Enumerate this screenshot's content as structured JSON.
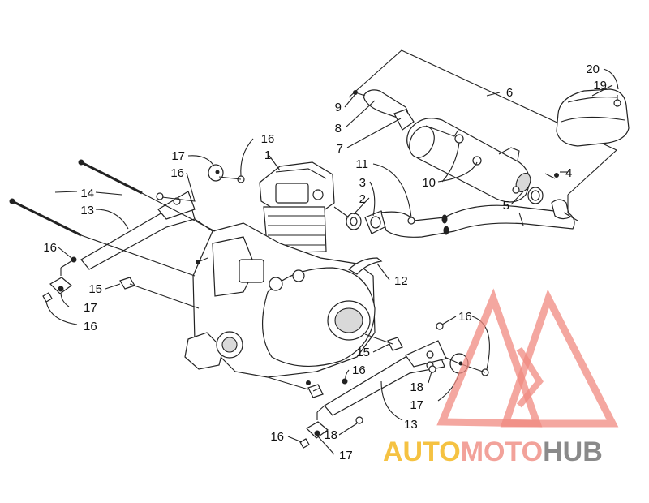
{
  "callouts": [
    "1",
    "2",
    "3",
    "4",
    "5",
    "6",
    "7",
    "8",
    "9",
    "10",
    "11",
    "12",
    "13",
    "13",
    "14",
    "15",
    "15",
    "16",
    "16",
    "16",
    "16",
    "16",
    "16",
    "16",
    "17",
    "17",
    "17",
    "17",
    "18",
    "18",
    "19",
    "20"
  ],
  "watermark": {
    "part1": "AUTO",
    "part2": "MOTO",
    "part3": "HUB",
    "colors": {
      "auto": "#f5c242",
      "moto": "#f2a29a",
      "hub": "#8a8a8a",
      "logo": "#f08a80"
    }
  }
}
